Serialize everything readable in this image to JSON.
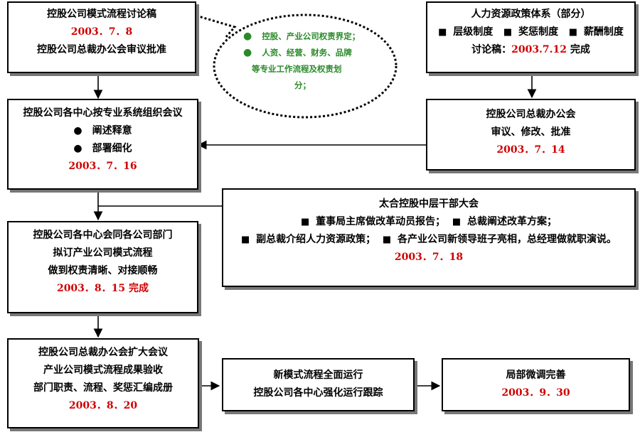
{
  "box1": {
    "title": "控股公司模式流程讨论稿",
    "date": "2003．7．8",
    "note": "控股公司总裁办公会审议批准"
  },
  "bubble": {
    "items": [
      "控股、产业公司权责界定；",
      "人资、经营、财务、品牌等专业工作流程及权责划分；"
    ],
    "item2_lines": [
      "人资、经营、财务、品牌",
      "等专业工作流程及权责划",
      "分；"
    ]
  },
  "box2": {
    "title": "人力资源政策体系（部分）",
    "items": [
      "层级制度",
      "奖惩制度",
      "薪酬制度"
    ],
    "note_prefix": "讨论稿：",
    "date": "2003.7.12",
    "note_suffix": "完成"
  },
  "box3": {
    "title": "控股公司各中心按专业系统组织会议",
    "bullets": [
      "阐述释意",
      "部署细化"
    ],
    "date": "2003．7．16"
  },
  "box4": {
    "title": "控股公司总裁办公会",
    "subtitle": "审议、修改、批准",
    "date": "2003．7．14"
  },
  "box5": {
    "title": "太合控股中层干部大会",
    "items": [
      "董事局主席做改革动员报告；",
      "总裁阐述改革方案；",
      "副总裁介绍人力资源政策；",
      "各产业公司新领导班子亮相，总经理做就职演说。"
    ],
    "date": "2003．7．18"
  },
  "box6": {
    "lines": [
      "控股公司各中心会同各公司部门",
      "拟订产业公司模式流程",
      "做到权责清晰、对接顺畅"
    ],
    "date": "2003．8．15",
    "suffix": "完成"
  },
  "box7": {
    "lines": [
      "控股公司总裁办公会扩大会议",
      "产业公司模式流程成果验收",
      "部门职责、流程、奖惩汇编成册"
    ],
    "date": "2003．8．20"
  },
  "box8": {
    "lines": [
      "新模式流程全面运行",
      "控股公司各中心强化运行跟踪"
    ]
  },
  "box9": {
    "title": "局部微调完善",
    "date": "2003．9．30"
  },
  "colors": {
    "red": "#d00000",
    "green": "#2a8a2a",
    "shadow": "#777777"
  },
  "icons": {
    "bullet": "black-circle",
    "square": "black-square"
  }
}
